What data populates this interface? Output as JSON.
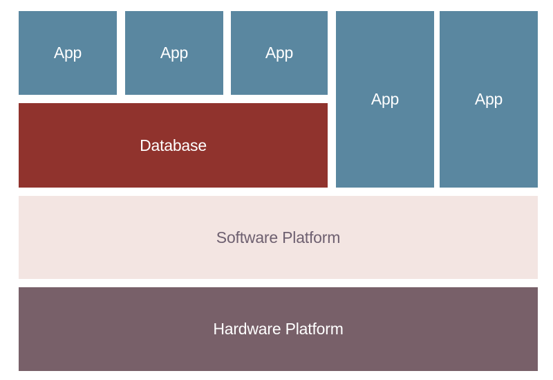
{
  "diagram": {
    "apps": [
      {
        "label": "App"
      },
      {
        "label": "App"
      },
      {
        "label": "App"
      },
      {
        "label": "App"
      },
      {
        "label": "App"
      }
    ],
    "database": {
      "label": "Database"
    },
    "software_platform": {
      "label": "Software Platform"
    },
    "hardware_platform": {
      "label": "Hardware Platform"
    }
  },
  "colors": {
    "app": "#5a87a0",
    "database": "#90332d",
    "software_platform": "#f3e5e2",
    "hardware_platform": "#786069",
    "software_text": "#6e6070"
  }
}
